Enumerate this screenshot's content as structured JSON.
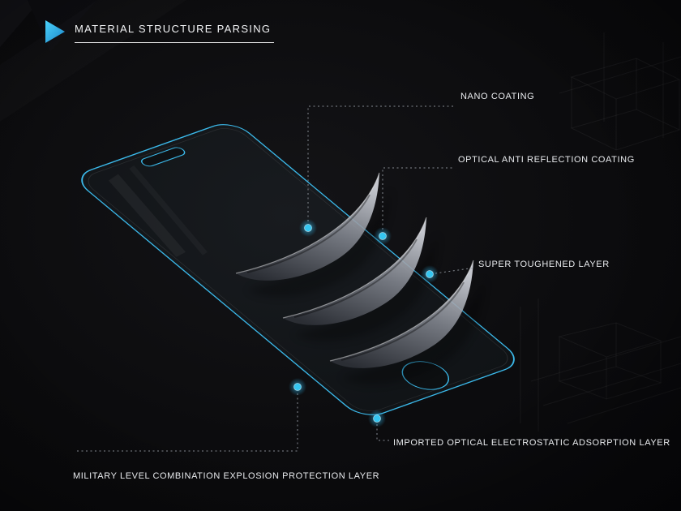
{
  "header": {
    "title": "MATERIAL STRUCTURE PARSING"
  },
  "labels": [
    {
      "text": "NANO COATING"
    },
    {
      "text": "OPTICAL ANTI REFLECTION COATING"
    },
    {
      "text": "SUPER TOUGHENED LAYER"
    },
    {
      "text": "IMPORTED OPTICAL ELECTROSTATIC ADSORPTION LAYER"
    },
    {
      "text": "MILITARY LEVEL COMBINATION EXPLOSION PROTECTION LAYER"
    }
  ],
  "colors": {
    "accent_cyan": "#2fc0f0",
    "marker_cyan": "#35c6f1",
    "background": "#0a0a0c",
    "text": "#eceff2",
    "sheet_grey": "#7e828b"
  },
  "icons": [
    {
      "name": "play-arrow-icon",
      "glyph": "▶"
    }
  ]
}
